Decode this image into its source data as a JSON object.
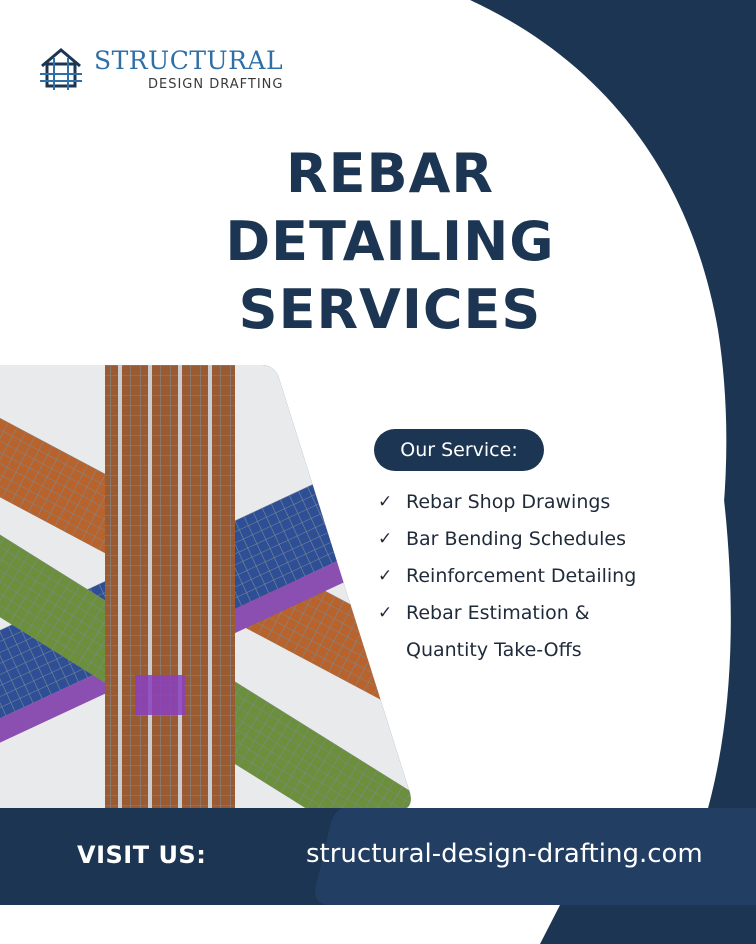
{
  "brand": {
    "name": "STRUCTURAL",
    "tagline": "DESIGN DRAFTING"
  },
  "headline": {
    "lines": [
      "REBAR",
      "DETAILING",
      "SERVICES"
    ]
  },
  "services": {
    "badge": "Our Service:",
    "items": [
      "Rebar Shop Drawings",
      "Bar Bending Schedules",
      "Reinforcement Detailing",
      "Rebar Estimation &",
      "Quantity Take-Offs"
    ]
  },
  "footer": {
    "visit_label": "VISIT US:",
    "url": "structural-design-drafting.com"
  },
  "colors": {
    "navy": "#1c3552",
    "brand_blue": "#2f6fa8",
    "white": "#ffffff"
  },
  "icons": {
    "logo": "building-icon",
    "check": "check-icon",
    "photo": "rebar-cage-image"
  }
}
